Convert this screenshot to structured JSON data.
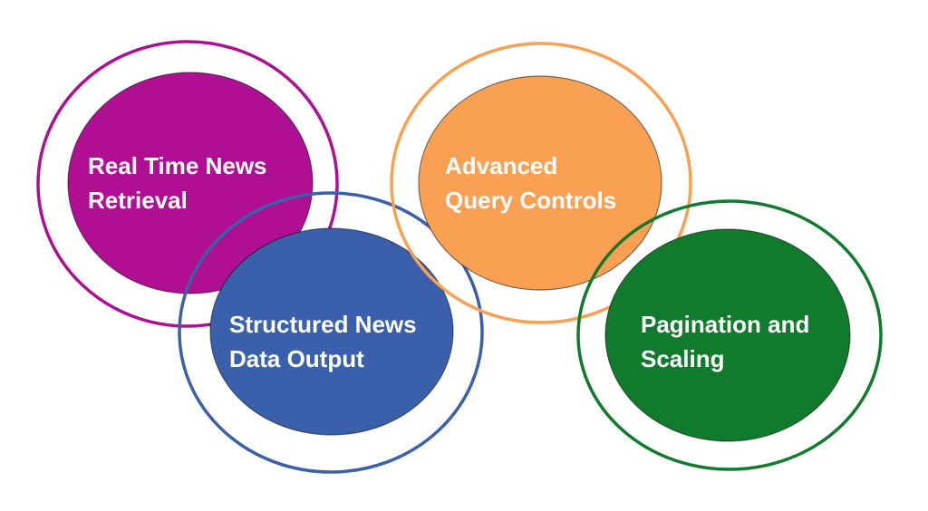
{
  "diagram": {
    "type": "venn-overlapping-circles",
    "background": "#ffffff",
    "text_color": "#ffffff",
    "circles": [
      {
        "name": "real-time-news-retrieval",
        "color": "#b00f93",
        "lines": [
          "Real Time News",
          "Retrieval"
        ]
      },
      {
        "name": "structured-news-data-output",
        "color": "#3a60ab",
        "lines": [
          "Structured News",
          "Data Output"
        ]
      },
      {
        "name": "advanced-query-controls",
        "color": "#f9a052",
        "lines": [
          "Advanced",
          "Query Controls"
        ]
      },
      {
        "name": "pagination-and-scaling",
        "color": "#107a2d",
        "lines": [
          "Pagination and",
          "Scaling"
        ]
      }
    ]
  }
}
